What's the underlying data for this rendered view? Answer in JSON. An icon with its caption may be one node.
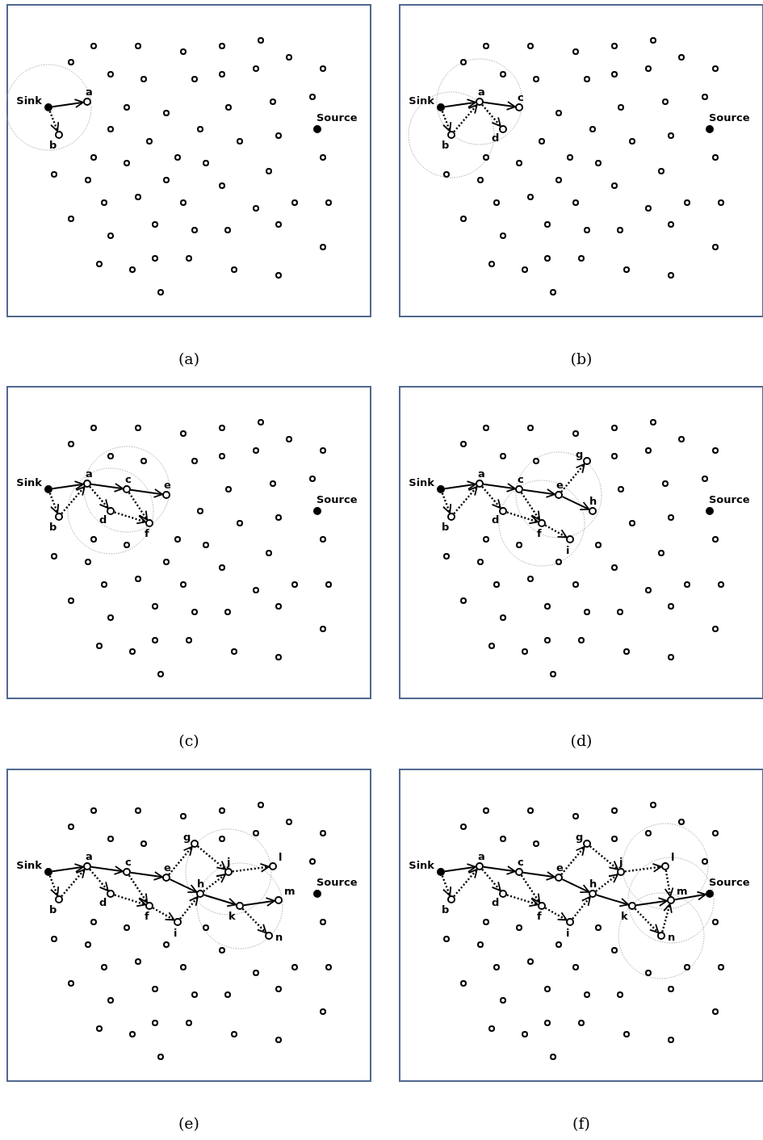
{
  "diagram": {
    "nodes": [
      {
        "text": [
          "(a)"
        ]
      },
      {
        "text": [],
        "shape": "circle",
        "beside": [
          "Sink"
        ],
        "in": 0
      },
      {
        "text": [],
        "shape": "circle",
        "beside": [
          "a"
        ],
        "in": 0
      },
      {
        "text": [],
        "shape": "circle",
        "beside": [
          "b"
        ],
        "in": 0
      },
      {
        "text": [],
        "shape": "circle",
        "beside": [
          "Source"
        ],
        "in": 0
      },
      {
        "text": [
          "(b)"
        ]
      },
      {
        "text": [],
        "shape": "circle",
        "beside": [
          "Sink"
        ],
        "in": 5
      },
      {
        "text": [],
        "shape": "circle",
        "beside": [
          "a"
        ],
        "in": 5
      },
      {
        "text": [],
        "shape": "circle",
        "beside": [
          "b"
        ],
        "in": 5
      },
      {
        "text": [],
        "shape": "circle",
        "beside": [
          "c"
        ],
        "in": 5
      },
      {
        "text": [],
        "shape": "circle",
        "beside": [
          "d"
        ],
        "in": 5
      },
      {
        "text": [],
        "shape": "circle",
        "beside": [
          "Source"
        ],
        "in": 5
      },
      {
        "text": [
          "(c)"
        ]
      },
      {
        "text": [],
        "shape": "circle",
        "beside": [
          "Sink"
        ],
        "in": 12
      },
      {
        "text": [],
        "shape": "circle",
        "beside": [
          "a"
        ],
        "in": 12
      },
      {
        "text": [],
        "shape": "circle",
        "beside": [
          "b"
        ],
        "in": 12
      },
      {
        "text": [],
        "shape": "circle",
        "beside": [
          "c"
        ],
        "in": 12
      },
      {
        "text": [],
        "shape": "circle",
        "beside": [
          "d"
        ],
        "in": 12
      },
      {
        "text": [],
        "shape": "circle",
        "beside": [
          "e"
        ],
        "in": 12
      },
      {
        "text": [],
        "shape": "circle",
        "beside": [
          "f"
        ],
        "in": 12
      },
      {
        "text": [],
        "shape": "circle",
        "beside": [
          "Source"
        ],
        "in": 12
      },
      {
        "text": [
          "(d)"
        ]
      },
      {
        "text": [],
        "shape": "circle",
        "beside": [
          "Sink"
        ],
        "in": 21
      },
      {
        "text": [],
        "shape": "circle",
        "beside": [
          "a"
        ],
        "in": 21
      },
      {
        "text": [],
        "shape": "circle",
        "beside": [
          "b"
        ],
        "in": 21
      },
      {
        "text": [],
        "shape": "circle",
        "beside": [
          "c"
        ],
        "in": 21
      },
      {
        "text": [],
        "shape": "circle",
        "beside": [
          "d"
        ],
        "in": 21
      },
      {
        "text": [],
        "shape": "circle",
        "beside": [
          "e"
        ],
        "in": 21
      },
      {
        "text": [],
        "shape": "circle",
        "beside": [
          "f"
        ],
        "in": 21
      },
      {
        "text": [],
        "shape": "circle",
        "beside": [
          "g"
        ],
        "in": 21
      },
      {
        "text": [],
        "shape": "circle",
        "beside": [
          "h"
        ],
        "in": 21
      },
      {
        "text": [],
        "shape": "circle",
        "beside": [
          "i"
        ],
        "in": 21
      },
      {
        "text": [],
        "shape": "circle",
        "beside": [
          "Source"
        ],
        "in": 21
      },
      {
        "text": [
          "(e)"
        ]
      },
      {
        "text": [],
        "shape": "circle",
        "beside": [
          "Sink"
        ],
        "in": 33
      },
      {
        "text": [],
        "shape": "circle",
        "beside": [
          "a"
        ],
        "in": 33
      },
      {
        "text": [],
        "shape": "circle",
        "beside": [
          "b"
        ],
        "in": 33
      },
      {
        "text": [],
        "shape": "circle",
        "beside": [
          "c"
        ],
        "in": 33
      },
      {
        "text": [],
        "shape": "circle",
        "beside": [
          "d"
        ],
        "in": 33
      },
      {
        "text": [],
        "shape": "circle",
        "beside": [
          "e"
        ],
        "in": 33
      },
      {
        "text": [],
        "shape": "circle",
        "beside": [
          "f"
        ],
        "in": 33
      },
      {
        "text": [],
        "shape": "circle",
        "beside": [
          "g"
        ],
        "in": 33
      },
      {
        "text": [],
        "shape": "circle",
        "beside": [
          "h"
        ],
        "in": 33
      },
      {
        "text": [],
        "shape": "circle",
        "beside": [
          "i"
        ],
        "in": 33
      },
      {
        "text": [],
        "shape": "circle",
        "beside": [
          "j"
        ],
        "in": 33
      },
      {
        "text": [],
        "shape": "circle",
        "beside": [
          "k"
        ],
        "in": 33
      },
      {
        "text": [],
        "shape": "circle",
        "beside": [
          "l"
        ],
        "in": 33
      },
      {
        "text": [],
        "shape": "circle",
        "beside": [
          "m"
        ],
        "in": 33
      },
      {
        "text": [],
        "shape": "circle",
        "beside": [
          "n"
        ],
        "in": 33
      },
      {
        "text": [],
        "shape": "circle",
        "beside": [
          "Source"
        ],
        "in": 33
      },
      {
        "text": [
          "(f)"
        ]
      },
      {
        "text": [],
        "shape": "circle",
        "beside": [
          "Sink"
        ],
        "in": 50
      },
      {
        "text": [],
        "shape": "circle",
        "beside": [
          "a"
        ],
        "in": 50
      },
      {
        "text": [],
        "shape": "circle",
        "beside": [
          "b"
        ],
        "in": 50
      },
      {
        "text": [],
        "shape": "circle",
        "beside": [
          "c"
        ],
        "in": 50
      },
      {
        "text": [],
        "shape": "circle",
        "beside": [
          "d"
        ],
        "in": 50
      },
      {
        "text": [],
        "shape": "circle",
        "beside": [
          "e"
        ],
        "in": 50
      },
      {
        "text": [],
        "shape": "circle",
        "beside": [
          "f"
        ],
        "in": 50
      },
      {
        "text": [],
        "shape": "circle",
        "beside": [
          "g"
        ],
        "in": 50
      },
      {
        "text": [],
        "shape": "circle",
        "beside": [
          "h"
        ],
        "in": 50
      },
      {
        "text": [],
        "shape": "circle",
        "beside": [
          "i"
        ],
        "in": 50
      },
      {
        "text": [],
        "shape": "circle",
        "beside": [
          "j"
        ],
        "in": 50
      },
      {
        "text": [],
        "shape": "circle",
        "beside": [
          "k"
        ],
        "in": 50
      },
      {
        "text": [],
        "shape": "circle",
        "beside": [
          "l"
        ],
        "in": 50
      },
      {
        "text": [],
        "shape": "circle",
        "beside": [
          "m"
        ],
        "in": 50
      },
      {
        "text": [],
        "shape": "circle",
        "beside": [
          "n"
        ],
        "in": 50
      },
      {
        "text": [],
        "shape": "circle",
        "beside": [
          "Source"
        ],
        "in": 50
      }
    ],
    "edges": [
      {
        "from": 1,
        "to": 2,
        "arrow": "to"
      },
      {
        "from": 1,
        "to": 3,
        "arrow": "to",
        "style": "dashed"
      },
      {
        "from": 6,
        "to": 7,
        "arrow": "to"
      },
      {
        "from": 6,
        "to": 8,
        "arrow": "to",
        "style": "dashed"
      },
      {
        "from": 8,
        "to": 7,
        "arrow": "to",
        "style": "dashed"
      },
      {
        "from": 7,
        "to": 9,
        "arrow": "to"
      },
      {
        "from": 7,
        "to": 10,
        "arrow": "to",
        "style": "dashed"
      },
      {
        "from": 13,
        "to": 14,
        "arrow": "to"
      },
      {
        "from": 13,
        "to": 15,
        "arrow": "to",
        "style": "dashed"
      },
      {
        "from": 15,
        "to": 14,
        "arrow": "to",
        "style": "dashed"
      },
      {
        "from": 14,
        "to": 16,
        "arrow": "to"
      },
      {
        "from": 14,
        "to": 17,
        "arrow": "to",
        "style": "dashed"
      },
      {
        "from": 16,
        "to": 18,
        "arrow": "to"
      },
      {
        "from": 16,
        "to": 19,
        "arrow": "to",
        "style": "dashed"
      },
      {
        "from": 17,
        "to": 19,
        "arrow": "to",
        "style": "dashed"
      },
      {
        "from": 22,
        "to": 23,
        "arrow": "to"
      },
      {
        "from": 22,
        "to": 24,
        "arrow": "to",
        "style": "dashed"
      },
      {
        "from": 24,
        "to": 23,
        "arrow": "to",
        "style": "dashed"
      },
      {
        "from": 23,
        "to": 25,
        "arrow": "to"
      },
      {
        "from": 23,
        "to": 26,
        "arrow": "to",
        "style": "dashed"
      },
      {
        "from": 25,
        "to": 27,
        "arrow": "to"
      },
      {
        "from": 25,
        "to": 28,
        "arrow": "to",
        "style": "dashed"
      },
      {
        "from": 26,
        "to": 28,
        "arrow": "to",
        "style": "dashed"
      },
      {
        "from": 27,
        "to": 29,
        "arrow": "to",
        "style": "dashed"
      },
      {
        "from": 27,
        "to": 30,
        "arrow": "to"
      },
      {
        "from": 28,
        "to": 31,
        "arrow": "to",
        "style": "dashed"
      },
      {
        "from": 34,
        "to": 35,
        "arrow": "to"
      },
      {
        "from": 34,
        "to": 36,
        "arrow": "to",
        "style": "dashed"
      },
      {
        "from": 36,
        "to": 35,
        "arrow": "to",
        "style": "dashed"
      },
      {
        "from": 35,
        "to": 37,
        "arrow": "to"
      },
      {
        "from": 35,
        "to": 38,
        "arrow": "to",
        "style": "dashed"
      },
      {
        "from": 37,
        "to": 39,
        "arrow": "to"
      },
      {
        "from": 37,
        "to": 40,
        "arrow": "to",
        "style": "dashed"
      },
      {
        "from": 38,
        "to": 40,
        "arrow": "to",
        "style": "dashed"
      },
      {
        "from": 39,
        "to": 41,
        "arrow": "to",
        "style": "dashed"
      },
      {
        "from": 39,
        "to": 42,
        "arrow": "to"
      },
      {
        "from": 40,
        "to": 43,
        "arrow": "to",
        "style": "dashed"
      },
      {
        "from": 43,
        "to": 42,
        "arrow": "to",
        "style": "dashed"
      },
      {
        "from": 41,
        "to": 44,
        "arrow": "to",
        "style": "dashed"
      },
      {
        "from": 42,
        "to": 44,
        "arrow": "to",
        "style": "dashed"
      },
      {
        "from": 44,
        "to": 46,
        "arrow": "to",
        "style": "dashed"
      },
      {
        "from": 42,
        "to": 45,
        "arrow": "to"
      },
      {
        "from": 45,
        "to": 47,
        "arrow": "to"
      },
      {
        "from": 45,
        "to": 48,
        "arrow": "to",
        "style": "dashed"
      },
      {
        "from": 51,
        "to": 52,
        "arrow": "to"
      },
      {
        "from": 51,
        "to": 53,
        "arrow": "to",
        "style": "dashed"
      },
      {
        "from": 53,
        "to": 52,
        "arrow": "to",
        "style": "dashed"
      },
      {
        "from": 52,
        "to": 54,
        "arrow": "to"
      },
      {
        "from": 52,
        "to": 55,
        "arrow": "to",
        "style": "dashed"
      },
      {
        "from": 54,
        "to": 56,
        "arrow": "to"
      },
      {
        "from": 54,
        "to": 57,
        "arrow": "to",
        "style": "dashed"
      },
      {
        "from": 55,
        "to": 57,
        "arrow": "to",
        "style": "dashed"
      },
      {
        "from": 56,
        "to": 58,
        "arrow": "to",
        "style": "dashed"
      },
      {
        "from": 56,
        "to": 59,
        "arrow": "to"
      },
      {
        "from": 57,
        "to": 60,
        "arrow": "to",
        "style": "dashed"
      },
      {
        "from": 60,
        "to": 59,
        "arrow": "to",
        "style": "dashed"
      },
      {
        "from": 58,
        "to": 61,
        "arrow": "to",
        "style": "dashed"
      },
      {
        "from": 59,
        "to": 61,
        "arrow": "to",
        "style": "dashed"
      },
      {
        "from": 61,
        "to": 63,
        "arrow": "to",
        "style": "dashed"
      },
      {
        "from": 59,
        "to": 62,
        "arrow": "to"
      },
      {
        "from": 62,
        "to": 64,
        "arrow": "to"
      },
      {
        "from": 62,
        "to": 65,
        "arrow": "to",
        "style": "dashed"
      },
      {
        "from": 63,
        "to": 64,
        "arrow": "to",
        "style": "dashed"
      },
      {
        "from": 65,
        "to": 64,
        "arrow": "to",
        "style": "dashed"
      },
      {
        "from": 64,
        "to": 66,
        "arrow": "to"
      }
    ]
  }
}
